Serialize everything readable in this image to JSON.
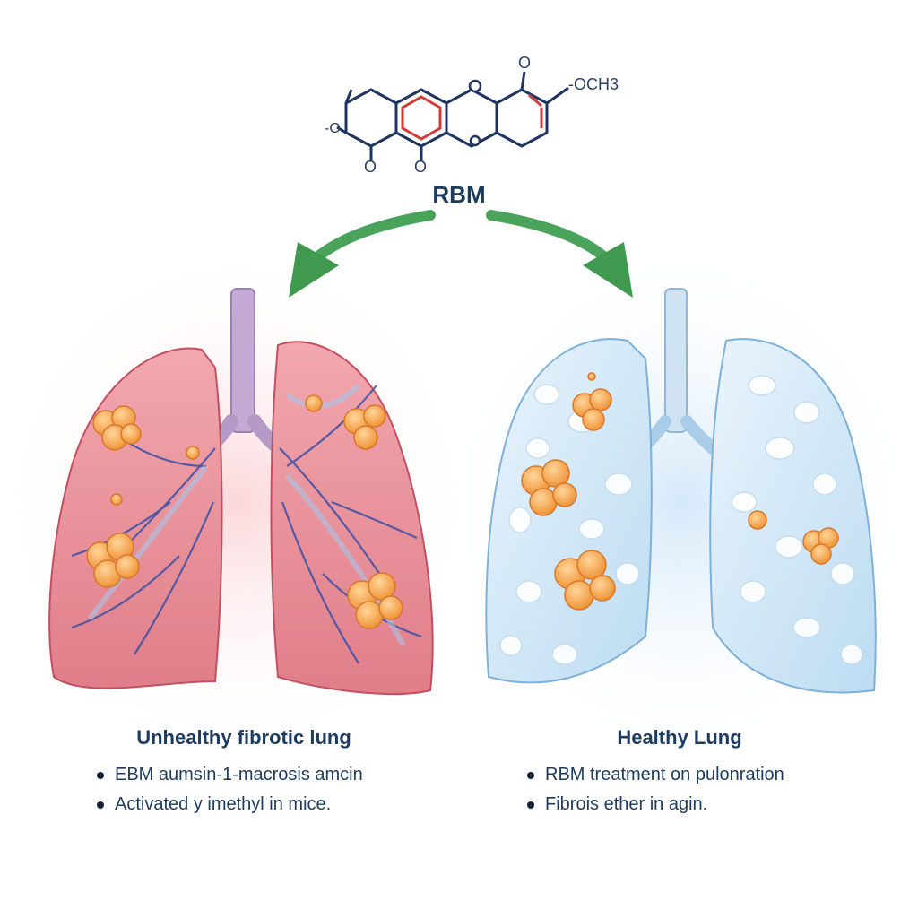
{
  "molecule": {
    "name": "RBM",
    "substituent": "-OCH3",
    "atom_o": "O",
    "atom_o_dash": "-O"
  },
  "panels": {
    "left": {
      "title": "Unhealthy fibrotic lung",
      "bullets": [
        "EBM aumsin-1-macrosis amcin",
        "Activated y imethyl in mice."
      ]
    },
    "right": {
      "title": "Healthy Lung",
      "bullets": [
        "RBM treatment on pulonration",
        "Fibrois ether in agin."
      ]
    }
  },
  "colors": {
    "arrow": "#4aa35a",
    "fibrotic_lung": "#e58a93",
    "healthy_lung": "#9fcaea",
    "nodule": "#f4a64a",
    "airway_left": "#b59ac8",
    "airway_right": "#a9cde8",
    "text": "#1d3a5f"
  }
}
